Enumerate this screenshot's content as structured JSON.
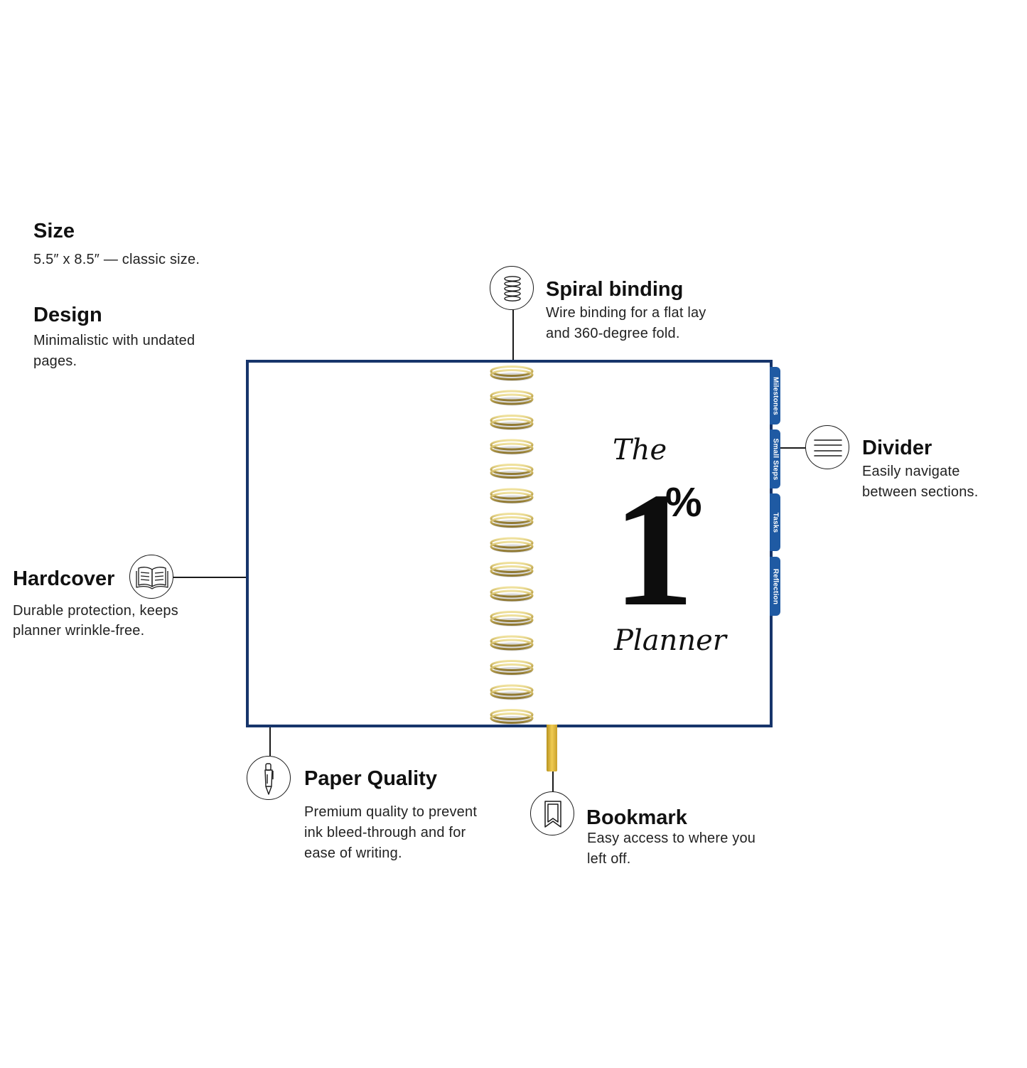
{
  "size": {
    "title": "Size",
    "text": "5.5″ x 8.5″ — classic size."
  },
  "design": {
    "title": "Design",
    "text_line1": "Minimalistic with undated",
    "text_line2": "pages."
  },
  "spiral": {
    "title": "Spiral binding",
    "text_line1": "Wire binding for a flat lay",
    "text_line2": "and 360-degree fold.",
    "icon": "spring-icon"
  },
  "divider": {
    "title": "Divider",
    "text_line1": "Easily navigate",
    "text_line2": "between sections.",
    "icon": "lines-icon"
  },
  "hardcover": {
    "title": "Hardcover",
    "text_line1": "Durable protection, keeps",
    "text_line2": "planner wrinkle-free.",
    "icon": "open-book-icon"
  },
  "paper": {
    "title": "Paper Quality",
    "text_line1": "Premium quality to prevent",
    "text_line2": "ink bleed-through and for",
    "text_line3": "ease of writing.",
    "icon": "pen-icon"
  },
  "bookmark": {
    "title": "Bookmark",
    "text_line1": "Easy access to where you",
    "text_line2": "left off.",
    "icon": "bookmark-icon"
  },
  "planner": {
    "the": "The",
    "one": "1",
    "percent": "%",
    "word": "Planner",
    "tabs": [
      "Milestones",
      "Small Steps",
      "Tasks",
      "Reflection"
    ]
  },
  "colors": {
    "cover": "#17356b",
    "tab": "#1f5aa3",
    "ring": "#c9b15a",
    "ribbon": "#e0b93a"
  }
}
